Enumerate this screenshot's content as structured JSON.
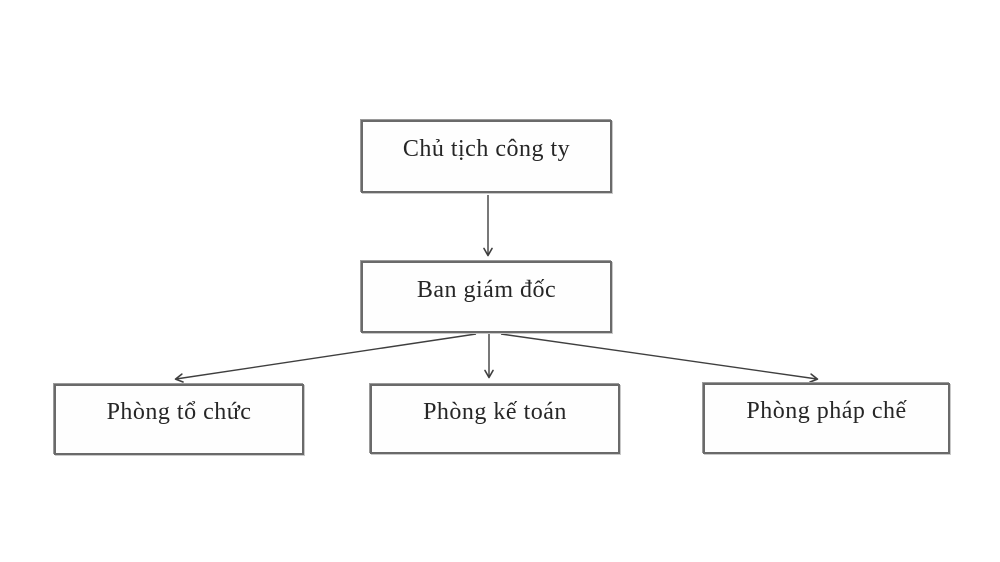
{
  "diagram": {
    "type": "org-chart",
    "title": "",
    "nodes": [
      {
        "id": "chairman",
        "label": "Chủ tịch công ty"
      },
      {
        "id": "board",
        "label": "Ban giám đốc"
      },
      {
        "id": "org-dept",
        "label": "Phòng tổ chức"
      },
      {
        "id": "accounting-dept",
        "label": "Phòng kế toán"
      },
      {
        "id": "legal-dept",
        "label": "Phòng pháp chế"
      }
    ],
    "edges": [
      {
        "from": "chairman",
        "to": "board"
      },
      {
        "from": "board",
        "to": "org-dept"
      },
      {
        "from": "board",
        "to": "accounting-dept"
      },
      {
        "from": "board",
        "to": "legal-dept"
      }
    ],
    "colors": {
      "background": "#ffffff",
      "node_fill": "#fefefe",
      "node_border": "#6a6a6a",
      "line": "#3f3f3f",
      "text": "#262626"
    }
  }
}
